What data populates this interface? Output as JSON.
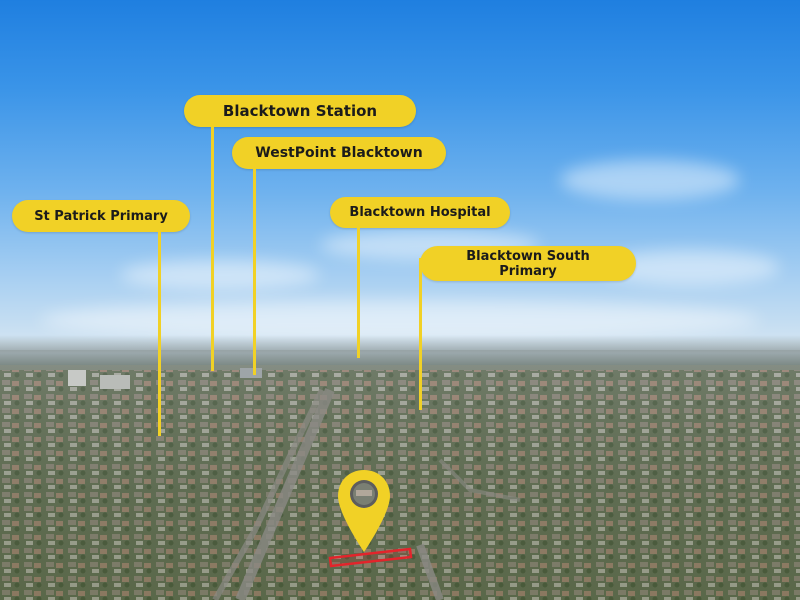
{
  "labels": {
    "st_patrick": "St Patrick Primary",
    "blacktown_station": "Blacktown Station",
    "westpoint": "WestPoint Blacktown",
    "hospital": "Blacktown Hospital",
    "south_primary_line1": "Blacktown South",
    "south_primary_line2": "Primary"
  },
  "colors": {
    "label_fill": "#f1d126",
    "label_text": "#1b1b1b",
    "property_outline": "#e3242b",
    "sky": "#2a86e4"
  },
  "icons": {
    "location_pin": "map-pin-icon"
  }
}
